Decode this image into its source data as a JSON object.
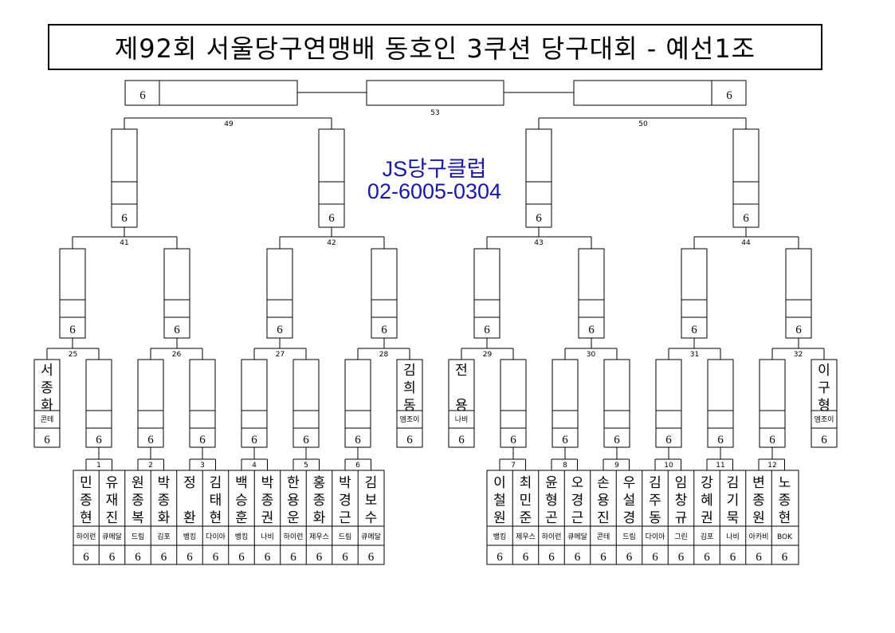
{
  "title": "제92회 서울당구연맹배 동호인 3쿠션 당구대회 - 예선1조",
  "club": {
    "name": "JS당구클럽",
    "phone": "02-6005-0304"
  },
  "score_mark": "6",
  "final_match": "53",
  "semi_matches": [
    "49",
    "50"
  ],
  "quarter_matches": [
    "41",
    "42",
    "43",
    "44"
  ],
  "round16_matches": [
    "25",
    "26",
    "27",
    "28",
    "29",
    "30",
    "31",
    "32"
  ],
  "round32_matches": [
    "1",
    "2",
    "3",
    "4",
    "5",
    "6",
    "7",
    "8",
    "9",
    "10",
    "11",
    "12"
  ],
  "seeds": [
    {
      "name": "서종화",
      "club": "콘테"
    },
    {
      "name": "김희동",
      "club": "엠조이"
    },
    {
      "name": "전 용",
      "club": "나비"
    },
    {
      "name": "이구형",
      "club": "엠조이"
    }
  ],
  "players": [
    {
      "name": "민종현",
      "club": "하이런"
    },
    {
      "name": "유재진",
      "club": "큐메달"
    },
    {
      "name": "원종복",
      "club": "드림"
    },
    {
      "name": "박종화",
      "club": "김포"
    },
    {
      "name": "정 환",
      "club": "뱅킹"
    },
    {
      "name": "김태현",
      "club": "다이아"
    },
    {
      "name": "백승훈",
      "club": "뱅킹"
    },
    {
      "name": "박종권",
      "club": "나비"
    },
    {
      "name": "한용운",
      "club": "하이런"
    },
    {
      "name": "홍종화",
      "club": "제우스"
    },
    {
      "name": "박경근",
      "club": "드림"
    },
    {
      "name": "김보수",
      "club": "큐메달"
    },
    {
      "name": "이철원",
      "club": "뱅킹"
    },
    {
      "name": "최민준",
      "club": "제우스"
    },
    {
      "name": "윤형곤",
      "club": "하이런"
    },
    {
      "name": "오경근",
      "club": "큐메달"
    },
    {
      "name": "손용진",
      "club": "콘테"
    },
    {
      "name": "우설경",
      "club": "드림"
    },
    {
      "name": "김주동",
      "club": "다이아"
    },
    {
      "name": "임창규",
      "club": "그린"
    },
    {
      "name": "강혜권",
      "club": "김포"
    },
    {
      "name": "김기묵",
      "club": "나비"
    },
    {
      "name": "변종원",
      "club": "아카비"
    },
    {
      "name": "노종현",
      "club": "BOK"
    }
  ]
}
